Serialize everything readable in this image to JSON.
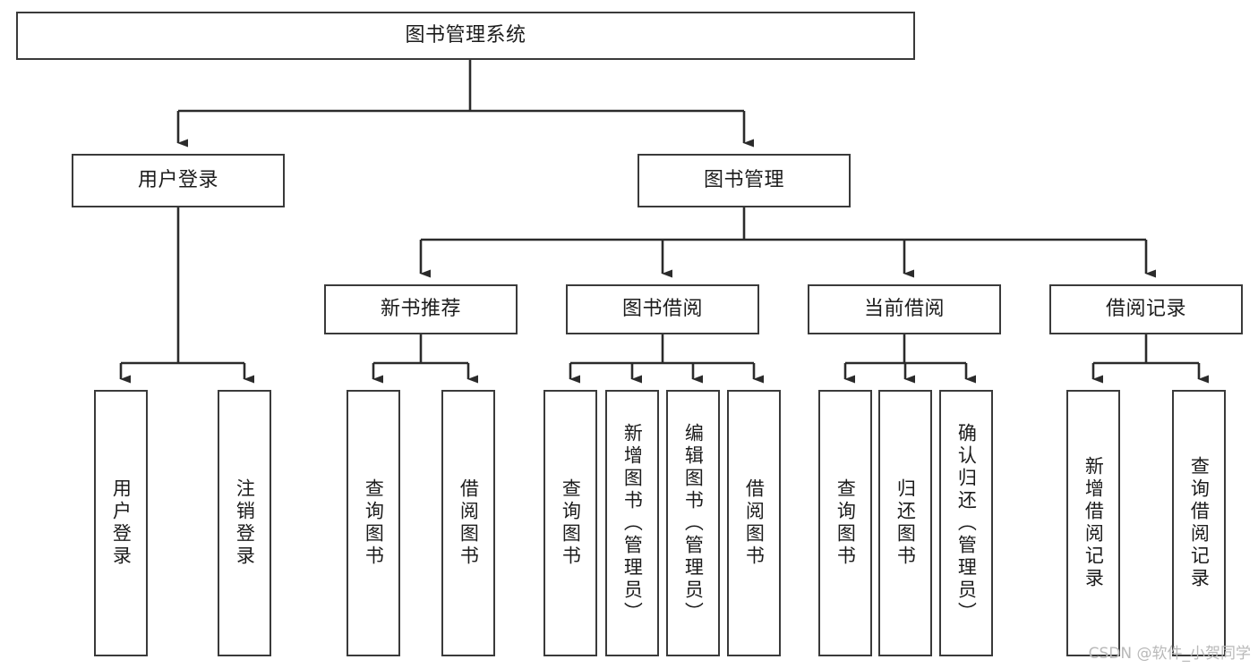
{
  "diagram": {
    "title": "图书管理系统",
    "type": "tree-hierarchy-diagram",
    "watermark": "CSDN @软件_小贺同学",
    "colors": {
      "box_border": "#3a3a3a",
      "box_fill": "#ffffff",
      "connector": "#2b2b2b",
      "text": "#1c1c1c",
      "watermark": "#b9b9b9",
      "background": "#ffffff"
    },
    "root": {
      "label": "图书管理系统"
    },
    "level2": [
      {
        "label": "用户登录"
      },
      {
        "label": "图书管理"
      }
    ],
    "level3": [
      {
        "label": "新书推荐"
      },
      {
        "label": "图书借阅"
      },
      {
        "label": "当前借阅"
      },
      {
        "label": "借阅记录"
      }
    ],
    "leaves": {
      "user_login": [
        {
          "label": "用户登录"
        },
        {
          "label": "注销登录"
        }
      ],
      "new_book_recommend": [
        {
          "label": "查询图书"
        },
        {
          "label": "借阅图书"
        }
      ],
      "book_borrow": [
        {
          "label": "查询图书"
        },
        {
          "label": "新增图书（管理员）"
        },
        {
          "label": "编辑图书（管理员）"
        },
        {
          "label": "借阅图书"
        }
      ],
      "current_borrow": [
        {
          "label": "查询图书"
        },
        {
          "label": "归还图书"
        },
        {
          "label": "确认归还（管理员）"
        }
      ],
      "borrow_records": [
        {
          "label": "新增借阅记录"
        },
        {
          "label": "查询借阅记录"
        }
      ]
    }
  }
}
